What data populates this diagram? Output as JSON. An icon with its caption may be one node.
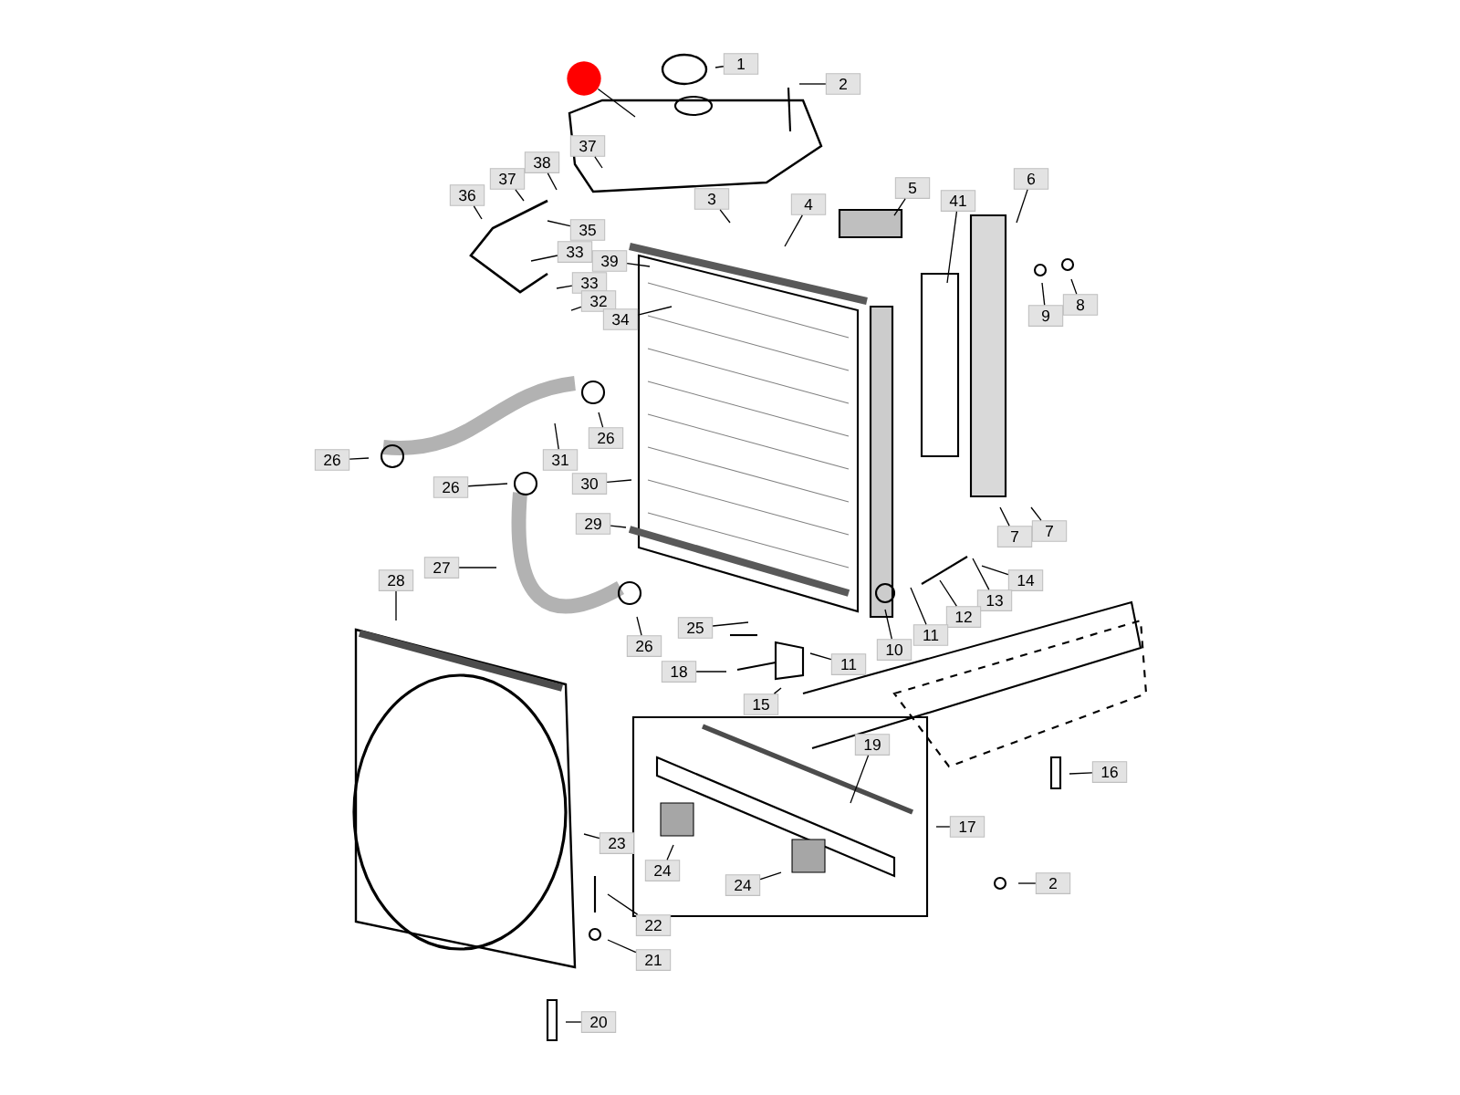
{
  "diagram": {
    "nodes": [
      {
        "text": [
          "1"
        ]
      },
      {
        "text": [
          "2"
        ]
      },
      {
        "text": [],
        "shape": "circle"
      },
      {
        "text": [
          "37"
        ]
      },
      {
        "text": [
          "38"
        ]
      },
      {
        "text": [
          "37"
        ]
      },
      {
        "text": [
          "5"
        ]
      },
      {
        "text": [
          "41"
        ]
      },
      {
        "text": [
          "6"
        ]
      },
      {
        "text": [
          "36"
        ]
      },
      {
        "text": [
          "3"
        ]
      },
      {
        "text": [
          "4"
        ]
      },
      {
        "text": [
          "35"
        ]
      },
      {
        "text": [
          "33"
        ]
      },
      {
        "text": [
          "39"
        ]
      },
      {
        "text": [
          "33"
        ]
      },
      {
        "text": [
          "32"
        ]
      },
      {
        "text": [
          "8"
        ]
      },
      {
        "text": [
          "9"
        ]
      },
      {
        "text": [
          "34"
        ]
      },
      {
        "text": [
          "26"
        ]
      },
      {
        "text": [
          "26"
        ]
      },
      {
        "text": [
          "31"
        ]
      },
      {
        "text": [
          "30"
        ]
      },
      {
        "text": [
          "26"
        ]
      },
      {
        "text": [
          "29"
        ]
      },
      {
        "text": [
          "7"
        ]
      },
      {
        "text": [
          "7"
        ]
      },
      {
        "text": [
          "27"
        ]
      },
      {
        "text": [
          "28"
        ]
      },
      {
        "text": [
          "14"
        ]
      },
      {
        "text": [
          "13"
        ]
      },
      {
        "text": [
          "12"
        ]
      },
      {
        "text": [
          "25"
        ]
      },
      {
        "text": [
          "11"
        ]
      },
      {
        "text": [
          "10"
        ]
      },
      {
        "text": [
          "26"
        ]
      },
      {
        "text": [
          "11"
        ]
      },
      {
        "text": [
          "18"
        ]
      },
      {
        "text": [
          "15"
        ]
      },
      {
        "text": [
          "19"
        ]
      },
      {
        "text": [
          "16"
        ]
      },
      {
        "text": [
          "17"
        ]
      },
      {
        "text": [
          "23"
        ]
      },
      {
        "text": [
          "24"
        ]
      },
      {
        "text": [
          "2"
        ]
      },
      {
        "text": [
          "24"
        ]
      },
      {
        "text": [
          "22"
        ]
      },
      {
        "text": [
          "21"
        ]
      },
      {
        "text": [
          "20"
        ]
      }
    ],
    "edges": [
      {
        "from": 0,
        "to": null,
        "arrow": "none"
      },
      {
        "from": 1,
        "to": null,
        "arrow": "none"
      },
      {
        "from": 2,
        "to": null,
        "arrow": "none"
      },
      {
        "from": 3,
        "to": null,
        "arrow": "none"
      },
      {
        "from": 4,
        "to": null,
        "arrow": "none"
      },
      {
        "from": 5,
        "to": null,
        "arrow": "none"
      },
      {
        "from": 6,
        "to": null,
        "arrow": "none"
      },
      {
        "from": 7,
        "to": null,
        "arrow": "none"
      },
      {
        "from": 8,
        "to": null,
        "arrow": "none"
      },
      {
        "from": 9,
        "to": null,
        "arrow": "none"
      },
      {
        "from": 10,
        "to": null,
        "arrow": "none"
      },
      {
        "from": 11,
        "to": null,
        "arrow": "none"
      },
      {
        "from": 12,
        "to": null,
        "arrow": "none"
      },
      {
        "from": 13,
        "to": null,
        "arrow": "none"
      },
      {
        "from": 14,
        "to": null,
        "arrow": "none"
      },
      {
        "from": 15,
        "to": null,
        "arrow": "none"
      },
      {
        "from": 16,
        "to": null,
        "arrow": "none"
      },
      {
        "from": 17,
        "to": null,
        "arrow": "none"
      },
      {
        "from": 18,
        "to": null,
        "arrow": "none"
      },
      {
        "from": 19,
        "to": null,
        "arrow": "none"
      },
      {
        "from": 20,
        "to": null,
        "arrow": "none"
      },
      {
        "from": 21,
        "to": null,
        "arrow": "none"
      },
      {
        "from": 22,
        "to": null,
        "arrow": "none"
      },
      {
        "from": 23,
        "to": null,
        "arrow": "none"
      },
      {
        "from": 24,
        "to": null,
        "arrow": "none"
      },
      {
        "from": 25,
        "to": null,
        "arrow": "none"
      },
      {
        "from": 26,
        "to": null,
        "arrow": "none"
      },
      {
        "from": 27,
        "to": null,
        "arrow": "none"
      },
      {
        "from": 28,
        "to": null,
        "arrow": "none"
      },
      {
        "from": 29,
        "to": null,
        "arrow": "none"
      },
      {
        "from": 30,
        "to": null,
        "arrow": "none"
      },
      {
        "from": 31,
        "to": null,
        "arrow": "none"
      },
      {
        "from": 32,
        "to": null,
        "arrow": "none"
      },
      {
        "from": 33,
        "to": null,
        "arrow": "none"
      },
      {
        "from": 34,
        "to": null,
        "arrow": "none"
      },
      {
        "from": 35,
        "to": null,
        "arrow": "none"
      },
      {
        "from": 36,
        "to": null,
        "arrow": "none"
      },
      {
        "from": 37,
        "to": null,
        "arrow": "none"
      },
      {
        "from": 38,
        "to": null,
        "arrow": "none"
      },
      {
        "from": 39,
        "to": null,
        "arrow": "none"
      },
      {
        "from": 40,
        "to": null,
        "arrow": "none"
      },
      {
        "from": 41,
        "to": null,
        "arrow": "none"
      },
      {
        "from": 42,
        "to": null,
        "arrow": "none"
      },
      {
        "from": 43,
        "to": null,
        "arrow": "none"
      },
      {
        "from": 44,
        "to": null,
        "arrow": "none"
      },
      {
        "from": 45,
        "to": null,
        "arrow": "none"
      },
      {
        "from": 46,
        "to": null,
        "arrow": "none"
      },
      {
        "from": 47,
        "to": null,
        "arrow": "none"
      },
      {
        "from": 48,
        "to": null,
        "arrow": "none"
      },
      {
        "from": 49,
        "to": null,
        "arrow": "none"
      }
    ]
  }
}
